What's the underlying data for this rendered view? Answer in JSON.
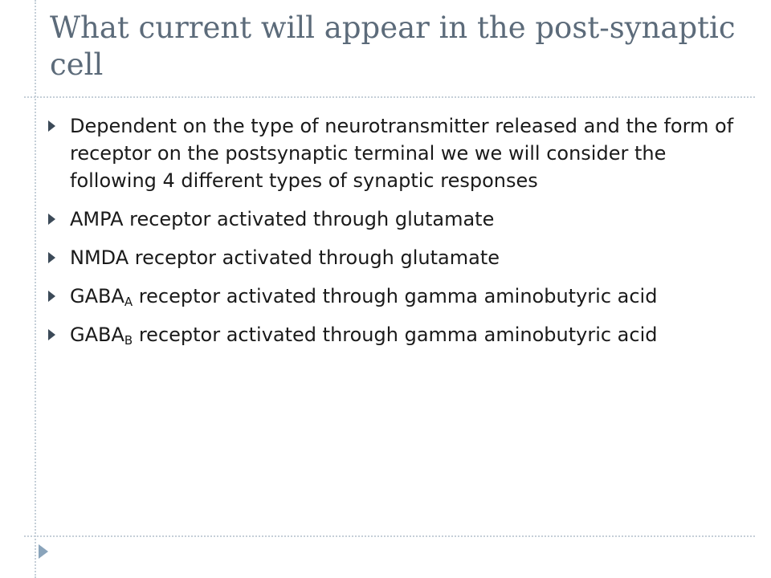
{
  "slide": {
    "title": "What current will appear in the post-synaptic cell",
    "bullets": [
      {
        "text": "Dependent on the type of neurotransmitter released and the form of receptor on the postsynaptic terminal we we will consider the following 4 different types of synaptic responses"
      },
      {
        "text": "AMPA receptor activated through glutamate"
      },
      {
        "text": "NMDA receptor activated through glutamate"
      },
      {
        "prefix": "GABA",
        "subscript": "A",
        "text": " receptor activated through gamma aminobutyric acid"
      },
      {
        "prefix": "GABA",
        "subscript": "B",
        "text": " receptor activated through gamma aminobutyric acid"
      }
    ],
    "bullet_icon": "triangle-right-icon",
    "nav_icon": "triangle-right-icon",
    "colors": {
      "title": "#5c6b7a",
      "text": "#1a1a1a",
      "bullet": "#3c4a58",
      "guide_lines": "#c5cfd8",
      "nav_arrow": "#8aa4bb"
    }
  }
}
